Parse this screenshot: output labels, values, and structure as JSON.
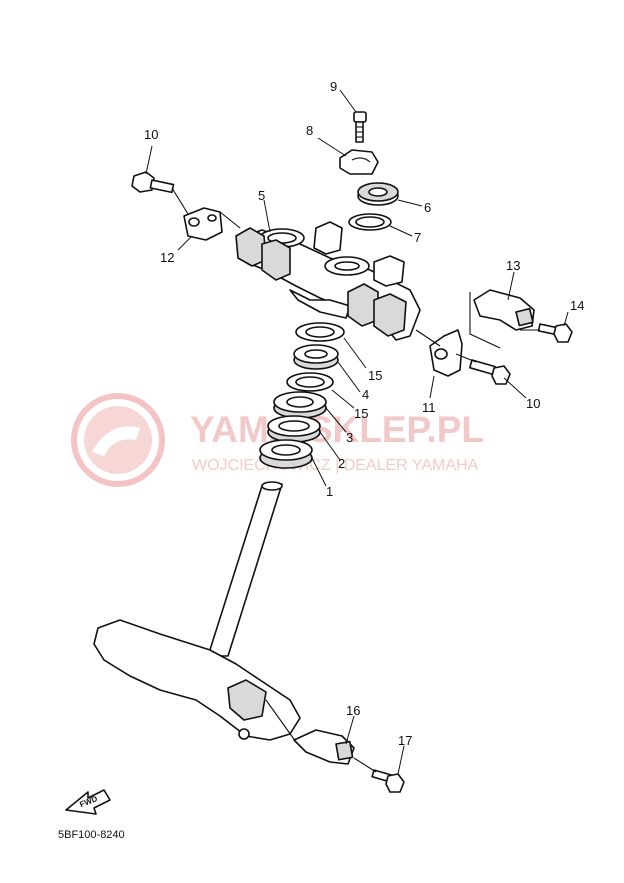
{
  "diagram": {
    "callouts": [
      {
        "num": "9"
      },
      {
        "num": "8"
      },
      {
        "num": "10"
      },
      {
        "num": "5"
      },
      {
        "num": "6"
      },
      {
        "num": "7"
      },
      {
        "num": "12"
      },
      {
        "num": "13"
      },
      {
        "num": "14"
      },
      {
        "num": "15"
      },
      {
        "num": "4"
      },
      {
        "num": "10"
      },
      {
        "num": "11"
      },
      {
        "num": "15"
      },
      {
        "num": "3"
      },
      {
        "num": "2"
      },
      {
        "num": "1"
      },
      {
        "num": "16"
      },
      {
        "num": "17"
      }
    ],
    "fwd_label": "FWD",
    "part_code": "5BF100-8240"
  },
  "watermark": {
    "title": "YAMA-SKLEP.PL",
    "subtitle": "WOJCIECHOWICZ | DEALER YAMAHA"
  }
}
